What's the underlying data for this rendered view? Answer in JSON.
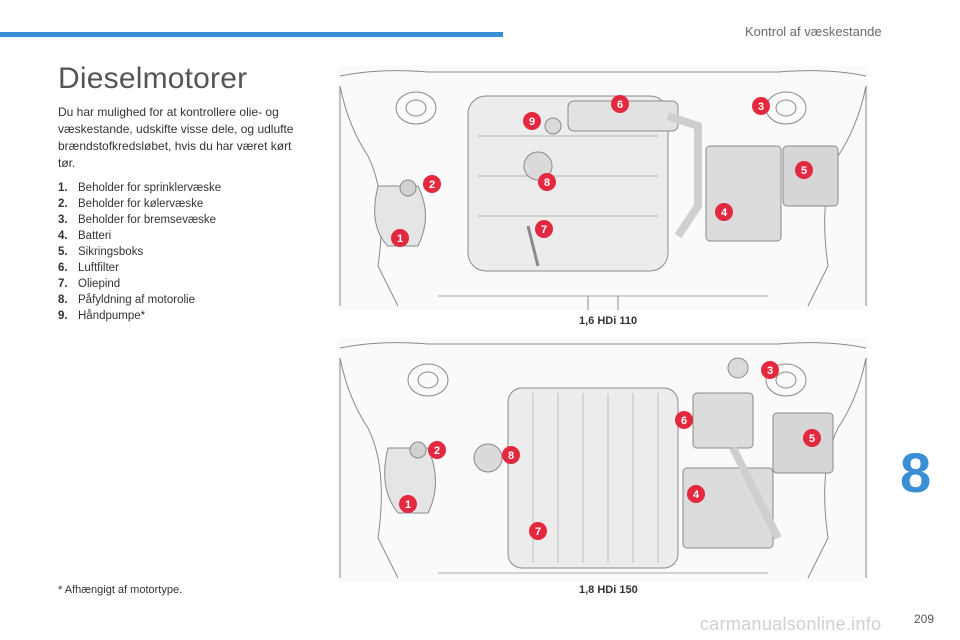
{
  "header": {
    "section_title": "Kontrol af væskestande",
    "accent_color": "#3a8ed6"
  },
  "page": {
    "title": "Dieselmotorer",
    "intro": "Du har mulighed for at kontrollere olie- og væskestande, udskifte visse dele, og udlufte brændstofkredsløbet, hvis du har været kørt tør.",
    "parts": [
      {
        "num": "1.",
        "label": "Beholder for sprinklervæske"
      },
      {
        "num": "2.",
        "label": "Beholder for kølervæske"
      },
      {
        "num": "3.",
        "label": "Beholder for bremsevæske"
      },
      {
        "num": "4.",
        "label": "Batteri"
      },
      {
        "num": "5.",
        "label": "Sikringsboks"
      },
      {
        "num": "6.",
        "label": "Luftfilter"
      },
      {
        "num": "7.",
        "label": "Oliepind"
      },
      {
        "num": "8.",
        "label": "Påfyldning af motorolie"
      },
      {
        "num": "9.",
        "label": "Håndpumpe*"
      }
    ],
    "footnote": "* Afhængigt af motortype.",
    "chapter_number": "8",
    "page_number": "209"
  },
  "diagrams": [
    {
      "caption": "1,6 HDi 110",
      "markers": [
        "1",
        "2",
        "3",
        "4",
        "5",
        "6",
        "7",
        "8",
        "9"
      ]
    },
    {
      "caption": "1,8 HDi 150",
      "markers": [
        "1",
        "2",
        "3",
        "4",
        "5",
        "6",
        "7",
        "8"
      ]
    }
  ],
  "marker_color": "#e2293f",
  "watermark": "carmanualsonline.info"
}
